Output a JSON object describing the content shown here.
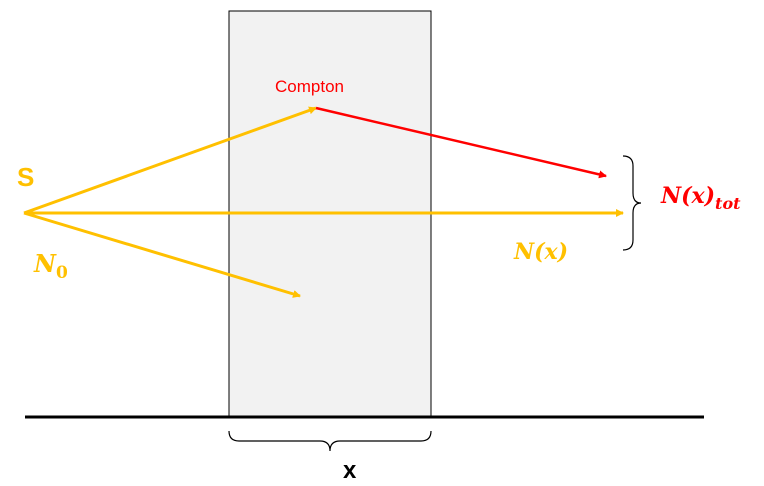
{
  "labels": {
    "source": "S",
    "initial_count": "N",
    "initial_count_subscript": "0",
    "compton": "Compton",
    "transmitted": "N(x)",
    "total_base": "N(x)",
    "total_subscript": "tot",
    "thickness": "x"
  },
  "colors": {
    "gamma_ray": "#ffc000",
    "scattered_ray": "#ff0000",
    "slab_fill": "#f2f2f2",
    "outline": "#000000"
  }
}
